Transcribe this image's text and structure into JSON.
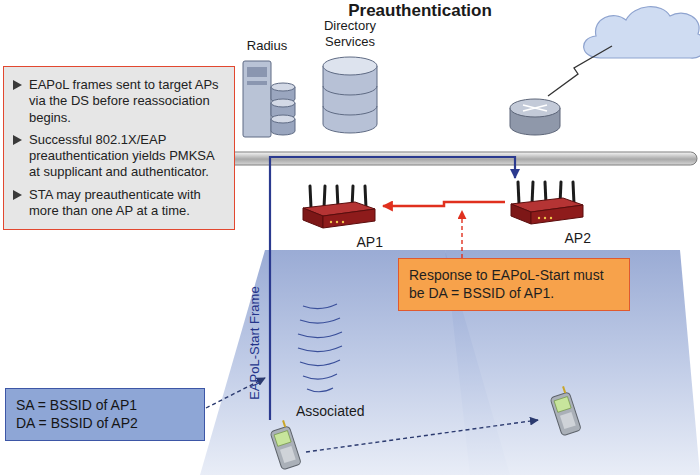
{
  "diagram": {
    "title": "Preauthentication",
    "nodes": [
      {
        "text": [
          "EAPoL frames sent to target APs via the DS before reassociation begins.",
          "Successful 802.1X/EAP preauthentication yields PMKSA at supplicant and authenticator.",
          "STA may preauthenticate with more than one AP at a time."
        ]
      },
      {
        "text": [
          "Radius"
        ]
      },
      {
        "text": [
          "Directory Services"
        ]
      },
      {
        "text": [
          "AP1"
        ]
      },
      {
        "text": [
          "AP2"
        ]
      },
      {
        "text": [
          "Response to EAPoL-Start must be DA = BSSID of AP1."
        ]
      },
      {
        "text": [
          "SA = BSSID of AP1",
          "DA = BSSID of AP2"
        ]
      }
    ],
    "edges": [
      {
        "from": 4,
        "to": 3,
        "arrow": "to"
      }
    ],
    "labels": [
      "EAPoL-Start Frame",
      "Associated"
    ]
  }
}
